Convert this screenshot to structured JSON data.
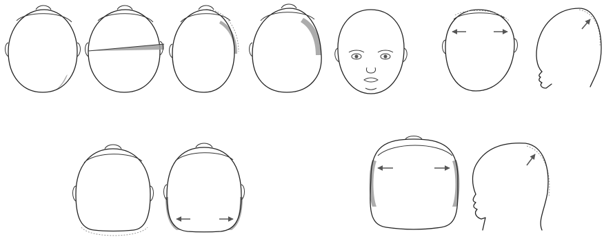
{
  "figure": {
    "panels": [
      {
        "id": "head-top-normal"
      },
      {
        "id": "head-top-diagonal-measure"
      },
      {
        "id": "head-top-plagiocephaly-mild"
      },
      {
        "id": "head-top-plagiocephaly-marked"
      },
      {
        "id": "face-front"
      },
      {
        "id": "head-front-widening"
      },
      {
        "id": "head-side-bulge"
      },
      {
        "id": "head-top-brachycephaly-mild"
      },
      {
        "id": "head-top-brachycephaly-marked"
      },
      {
        "id": "head-top-wide-square"
      },
      {
        "id": "head-side-bossing"
      }
    ]
  }
}
